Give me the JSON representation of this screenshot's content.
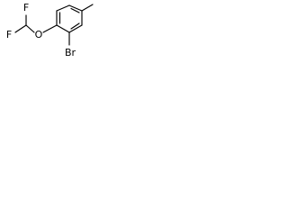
{
  "molecule": {
    "atoms": {
      "fluorine_1": "F",
      "fluorine_2": "F",
      "oxygen": "O",
      "bromine": "Br"
    }
  },
  "colors": {
    "background": "#ffffff",
    "ink": "#000000"
  }
}
